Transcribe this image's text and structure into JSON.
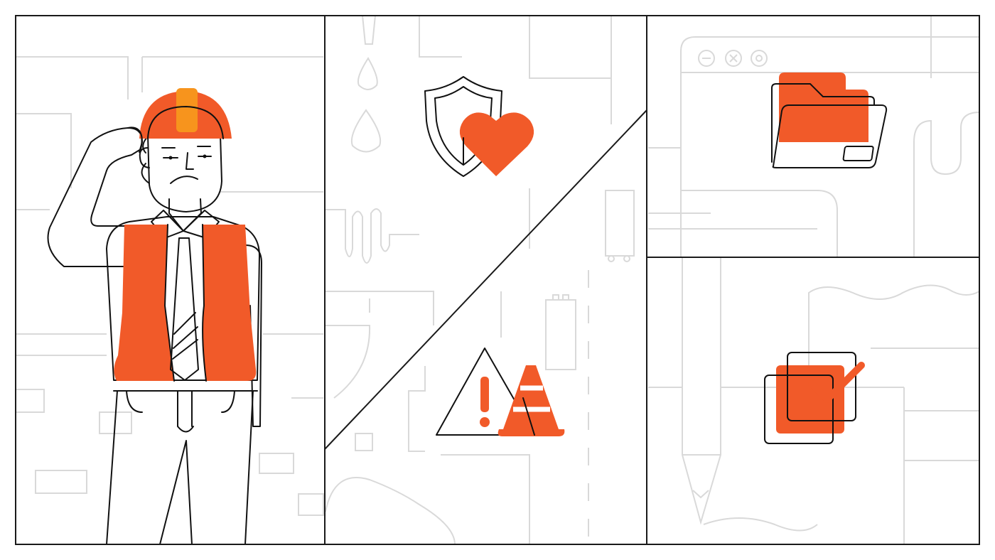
{
  "scene": {
    "panels": [
      "worker-panel",
      "safety-panel",
      "files-panel",
      "approval-panel"
    ],
    "window_controls": [
      "minimize-icon",
      "close-icon",
      "options-icon"
    ]
  },
  "colors": {
    "accent": "#F15A29",
    "helmet_stripe": "#F7941D",
    "line": "#111111",
    "background_line": "#D9D9D9",
    "background": "#FFFFFF"
  },
  "icons": [
    "hard-hat-icon",
    "shield-icon",
    "heart-icon",
    "warning-triangle-icon",
    "traffic-cone-icon",
    "folder-icon",
    "checkbox-icon",
    "checkmark-icon"
  ]
}
